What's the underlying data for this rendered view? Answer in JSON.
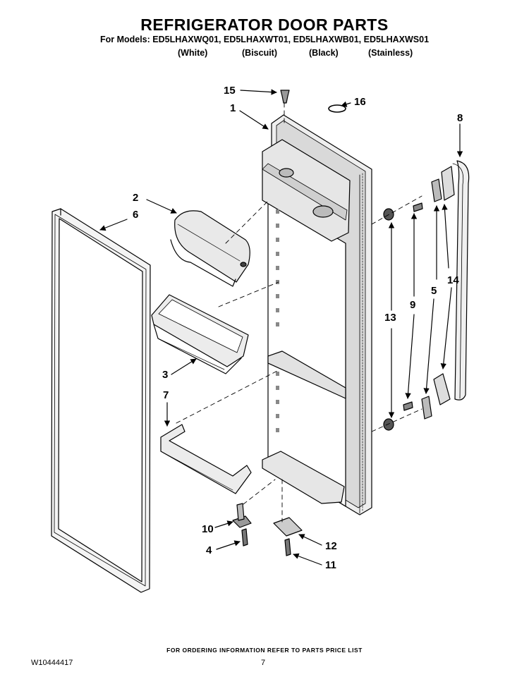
{
  "header": {
    "title": "REFRIGERATOR DOOR PARTS",
    "models_line": "For Models: ED5LHAXWQ01, ED5LHAXWT01, ED5LHAXWB01, ED5LHAXWS01",
    "colors": [
      "(White)",
      "(Biscuit)",
      "(Black)",
      "(Stainless)"
    ]
  },
  "callouts": {
    "c1": "1",
    "c2": "2",
    "c3": "3",
    "c4": "4",
    "c5": "5",
    "c6": "6",
    "c7": "7",
    "c8": "8",
    "c9": "9",
    "c10": "10",
    "c11": "11",
    "c12": "12",
    "c13": "13",
    "c14": "14",
    "c15": "15",
    "c16": "16"
  },
  "footer": {
    "ordering_note": "FOR ORDERING INFORMATION REFER TO PARTS PRICE LIST",
    "document_number": "W10444417",
    "page_number": "7"
  }
}
